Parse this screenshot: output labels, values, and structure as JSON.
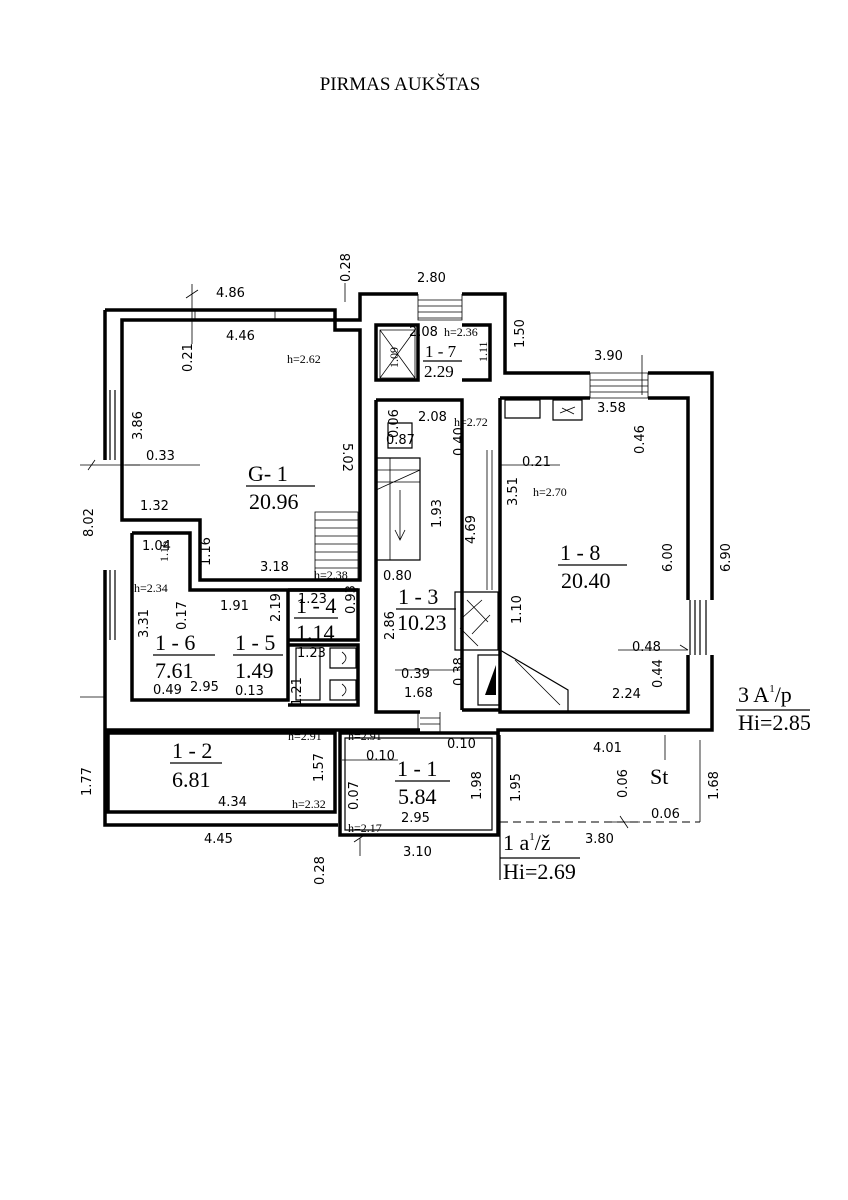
{
  "title": "PIRMAS AUKŠTAS",
  "rooms": [
    {
      "id": "G- 1",
      "area": "20.96"
    },
    {
      "id": "1 - 7",
      "area": "2.29"
    },
    {
      "id": "1 - 8",
      "area": "20.40"
    },
    {
      "id": "1 - 3",
      "area": "10.23"
    },
    {
      "id": "1 - 4",
      "area": "1.14"
    },
    {
      "id": "1 - 5",
      "area": "1.49"
    },
    {
      "id": "1 - 6",
      "area": "7.61"
    },
    {
      "id": "1 - 2",
      "area": "6.81"
    },
    {
      "id": "1 - 1",
      "area": "5.84"
    }
  ],
  "heights": [
    "h=2.62",
    "h=2.36",
    "h=2.72",
    "h=2.70",
    "h=2.38",
    "h=2.34",
    "h=2.91",
    "h=2.91",
    "h=2.32",
    "h=2.17"
  ],
  "dimensions": [
    "4.86",
    "0.28",
    "2.80",
    "4.46",
    "2.08",
    "1.50",
    "1.09",
    "1.11",
    "3.90",
    "3.58",
    "0.21",
    "3.86",
    "5.02",
    "2.08",
    "0.06",
    "0.87",
    "0.40",
    "0.46",
    "0.33",
    "0.21",
    "3.51",
    "8.02",
    "1.32",
    "1.93",
    "4.69",
    "6.00",
    "6.90",
    "1.04",
    "1.16",
    "1.16",
    "3.18",
    "0.80",
    "1.23",
    "1.91",
    "2.19",
    "0.93",
    "0.17",
    "3.31",
    "2.86",
    "1.10",
    "0.48",
    "1.23",
    "0.44",
    "1.21",
    "0.38",
    "0.39",
    "1.68",
    "2.24",
    "0.49",
    "2.95",
    "0.13",
    "0.10",
    "0.10",
    "4.01",
    "1.77",
    "1.57",
    "1.98",
    "1.95",
    "0.06",
    "1.68",
    "0.07",
    "4.34",
    "0.06",
    "2.95",
    "4.45",
    "3.80",
    "3.10",
    "0.28"
  ],
  "labels": {
    "unit_a_code": "3 A",
    "unit_a_sup": "1",
    "unit_a_suffix": "/p",
    "unit_a_hi": "Hi=2.85",
    "st": "St",
    "unit_b_code": "1 a",
    "unit_b_sup": "1",
    "unit_b_suffix": "/ž",
    "unit_b_hi": "Hi=2.69"
  }
}
